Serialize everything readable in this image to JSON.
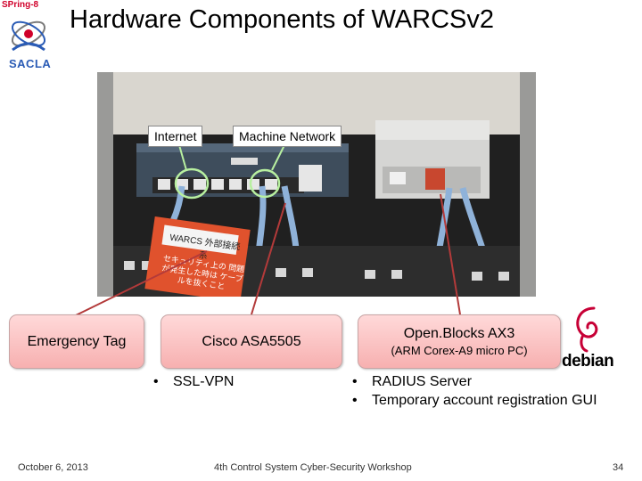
{
  "logo": {
    "top_text": "SPring-8",
    "bottom_text": "SACLA"
  },
  "title": "Hardware Components of WARCSv2",
  "photo": {
    "label_internet": "Internet",
    "label_machine_network": "Machine Network",
    "tag_text": "WARCS 外部接続系",
    "tag_warning": "セキュリティ上の 問題が発生した時は ケーブルを抜くこと"
  },
  "components": {
    "emergency_tag": "Emergency Tag",
    "cisco": "Cisco ASA5505",
    "openblocks": "Open.Blocks AX3",
    "openblocks_sub": "(ARM Corex-A9 micro PC)"
  },
  "debian_label": "debian",
  "bullets_cisco": [
    "SSL-VPN"
  ],
  "bullets_openblocks": [
    "RADIUS Server",
    "Temporary account registration GUI"
  ],
  "footer": {
    "date": "October 6, 2013",
    "event": "4th Control System Cyber-Security Workshop",
    "page": "34"
  },
  "colors": {
    "pill_fill": "#f7b0b0",
    "connector_line": "#b33a3a",
    "highlight_circle": "#b8f0a0"
  }
}
